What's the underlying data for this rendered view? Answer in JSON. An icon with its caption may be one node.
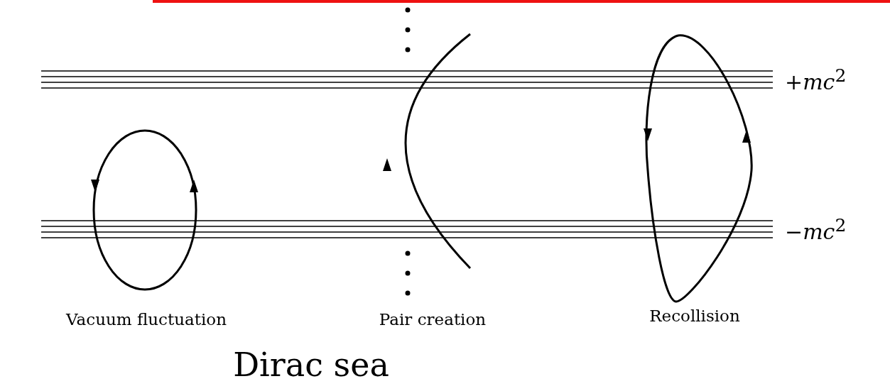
{
  "diagram": {
    "title": "Dirac sea",
    "labels": [
      "+*mc*$^{2}$",
      "−*mc*$^{2}$",
      "Vacuum fluctuation",
      "Pair creation",
      "Recollision"
    ]
  }
}
